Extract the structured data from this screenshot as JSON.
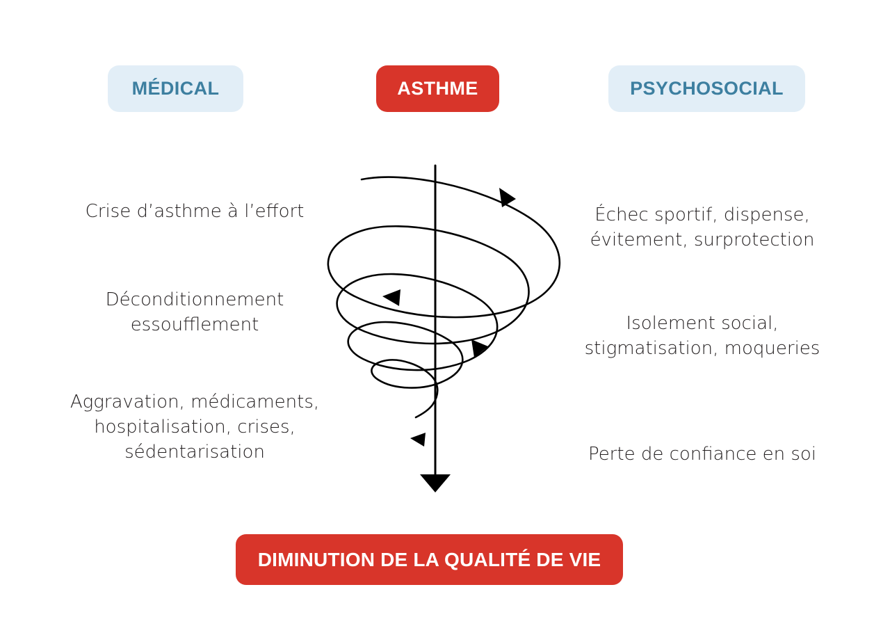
{
  "diagram": {
    "title_center": "ASTHME",
    "columns": {
      "left": {
        "header": "MÉDICAL",
        "items": [
          "Crise d’asthme à l’effort",
          "Déconditionnement\nessoufflement",
          "Aggravation, médicaments,\nhospitalisation, crises,\nsédentarisation"
        ]
      },
      "right": {
        "header": "PSYCHOSOCIAL",
        "items": [
          "Échec sportif, dispense,\névitement, surprotection",
          "Isolement social,\nstigmatisation, moqueries",
          "Perte de confiance en soi"
        ]
      }
    },
    "outcome_banner": "DIMINUTION DE LA QUALITÉ DE VIE",
    "spiral": {
      "description": "downward-narrowing helix with directional arrowheads",
      "loops": 4,
      "direction": "descending"
    },
    "colors": {
      "accent_red": "#d8352a",
      "pill_blue_bg": "#e2eef7",
      "pill_blue_text": "#3d7fa0",
      "text": "#231f20",
      "background": "#ffffff",
      "spiral_stroke": "#000000"
    }
  }
}
